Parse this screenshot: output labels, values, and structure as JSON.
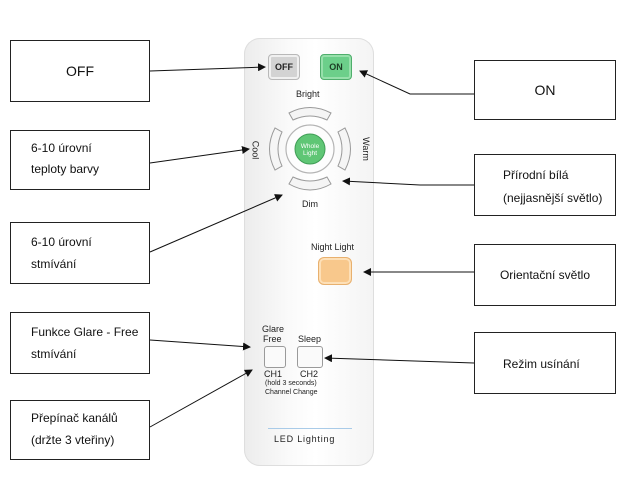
{
  "remote": {
    "off_label": "OFF",
    "on_label": "ON",
    "bright_label": "Bright",
    "dim_label": "Dim",
    "cool_label": "Cool",
    "warm_label": "Warm",
    "whole_light_line1": "Whole",
    "whole_light_line2": "Light",
    "night_light_label": "Night Light",
    "glare_free_line1": "Glare",
    "glare_free_line2": "Free",
    "sleep_label": "Sleep",
    "ch1_label": "CH1",
    "ch2_label": "CH2",
    "hold_note": "(hold 3 seconds)",
    "channel_change": "Channel Change",
    "brand": "LED Lighting"
  },
  "callouts": {
    "off": "OFF",
    "on": "ON",
    "color_temp_line1": "6-10  úrovní",
    "color_temp_line2": "teploty barvy",
    "natural_white_line1": "Přírodní bílá",
    "natural_white_line2": "(nejjasnější světlo)",
    "dimming_line1": "6-10  úrovní",
    "dimming_line2": "stmívání",
    "night_light": "Orientační světlo",
    "glare_free_line1": "Funkce Glare - Free",
    "glare_free_line2": "stmívání",
    "sleep": "Režim usínání",
    "channel_line1": "Přepínač kanálů",
    "channel_line2": "(držte 3 vteřiny)"
  },
  "colors": {
    "on_green": "#6ccf8a",
    "whole_light_green": "#5fc675",
    "night_light_orange": "#f8c88c",
    "off_gray": "#d8d8d8",
    "brand_line": "#a9cbe8"
  }
}
